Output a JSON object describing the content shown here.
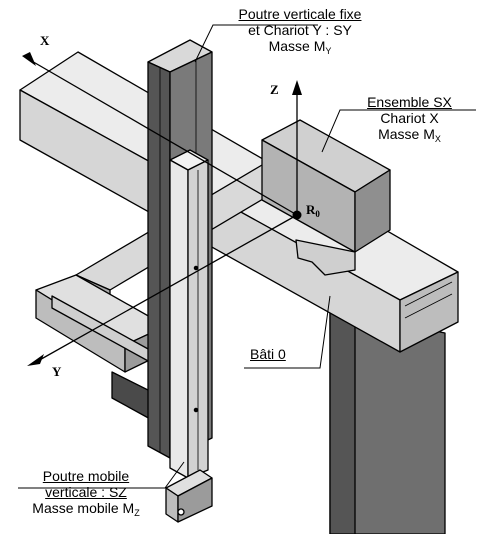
{
  "labels": {
    "sy": {
      "line1": "Poutre verticale fixe",
      "line2": "et Chariot Y : SY",
      "line3": "Masse M",
      "sub": "Y"
    },
    "sx": {
      "line1": "Ensemble SX",
      "line2": "Chariot X",
      "line3": "Masse M",
      "sub": "X"
    },
    "bati": "Bâti 0",
    "sz": {
      "line1": "Poutre mobile",
      "line2": "verticale : SZ",
      "line3": "Masse mobile M",
      "sub": "Z"
    }
  },
  "axes": {
    "x": "X",
    "y": "Y",
    "z": "Z",
    "origin": "R",
    "origin_sub": "0"
  },
  "colors": {
    "frame_light": "#e6e6e6",
    "frame_mid": "#bdbdbd",
    "frame_dark": "#6f6f6f",
    "beam_dark": "#555555",
    "stroke": "#000000"
  }
}
